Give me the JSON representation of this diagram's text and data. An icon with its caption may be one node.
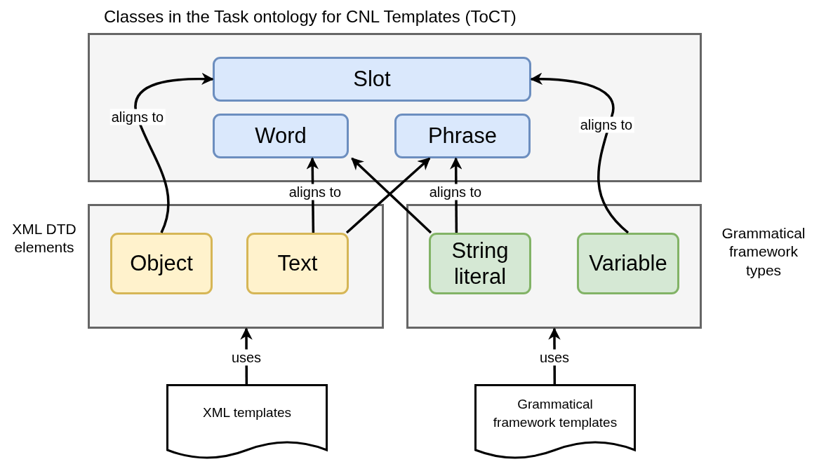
{
  "diagram": {
    "nodes": [
      {
        "text": [
          "Classes in the Task ontology for CNL Templates (ToCT)"
        ]
      },
      {
        "text": [
          "Slot"
        ],
        "in": 0
      },
      {
        "text": [
          "Word"
        ],
        "in": 0
      },
      {
        "text": [
          "Phrase"
        ],
        "in": 0
      },
      {
        "text": [
          "XML DTD elements"
        ]
      },
      {
        "text": [
          "Object"
        ],
        "in": 4
      },
      {
        "text": [
          "Text"
        ],
        "in": 4
      },
      {
        "text": [
          "Grammatical framework types"
        ]
      },
      {
        "text": [
          "String literal"
        ],
        "in": 7
      },
      {
        "text": [
          "Variable"
        ],
        "in": 7
      },
      {
        "text": [
          "XML templates"
        ]
      },
      {
        "text": [
          "Grammatical framework templates"
        ]
      }
    ],
    "edges": [
      {
        "from": 5,
        "to": 1,
        "arrow": "to",
        "label": "aligns to"
      },
      {
        "from": 6,
        "to": 2,
        "arrow": "to",
        "label": "aligns to"
      },
      {
        "from": 6,
        "to": 3,
        "arrow": "to"
      },
      {
        "from": 8,
        "to": 2,
        "arrow": "to"
      },
      {
        "from": 8,
        "to": 3,
        "arrow": "to",
        "label": "aligns to"
      },
      {
        "from": 9,
        "to": 1,
        "arrow": "to",
        "label": "aligns to"
      },
      {
        "from": 10,
        "to": 4,
        "arrow": "to",
        "label": "uses"
      },
      {
        "from": 11,
        "to": 7,
        "arrow": "to",
        "label": "uses"
      }
    ]
  }
}
